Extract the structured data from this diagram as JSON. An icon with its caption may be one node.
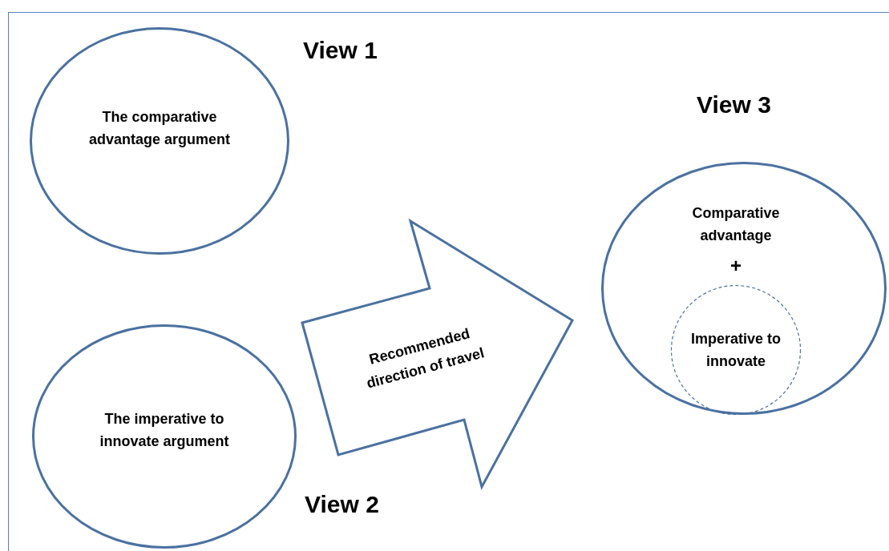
{
  "diagram": {
    "nodes": [
      {
        "text": [
          "The comparative advantage argument"
        ],
        "beside": [
          "View 1"
        ]
      },
      {
        "text": [
          "The imperative to innovate argument"
        ],
        "beside": [
          "View 2"
        ]
      },
      {
        "text": [
          "Recommended direction of travel"
        ]
      },
      {
        "text": [
          "Comparative advantage",
          "+"
        ],
        "beside": [
          "View 3"
        ]
      },
      {
        "text": [
          "Imperative to innovate"
        ],
        "in": 3
      }
    ]
  }
}
